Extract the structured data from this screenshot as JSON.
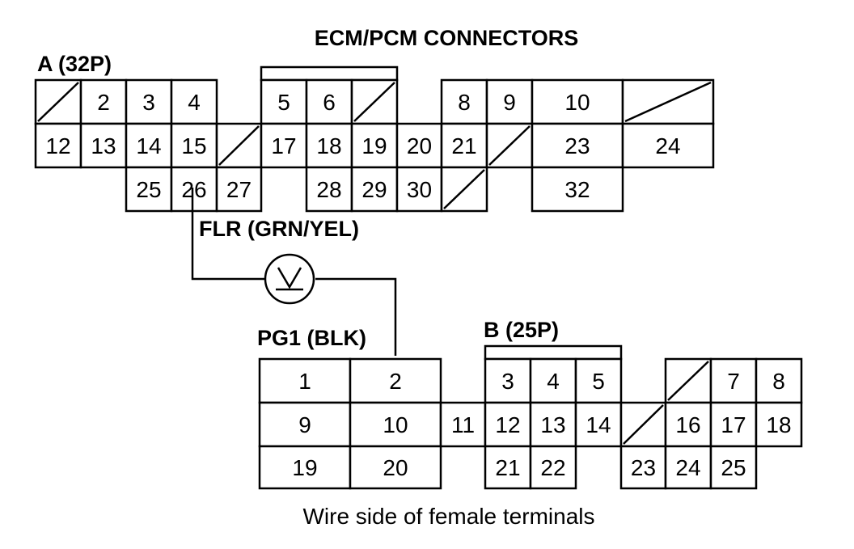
{
  "diagram": {
    "title": "ECM/PCM CONNECTORS",
    "caption": "Wire side of female terminals",
    "test_point": {
      "meter_symbol": "V",
      "positive_lead_label": "FLR (GRN/YEL)",
      "negative_lead_label": "PG1 (BLK)"
    },
    "connector_a": {
      "label": "A (32P)",
      "row1": [
        "",
        "2",
        "3",
        "4",
        "5",
        "6",
        "",
        "8",
        "9",
        "10",
        ""
      ],
      "row2": [
        "12",
        "13",
        "14",
        "15",
        "",
        "17",
        "18",
        "19",
        "20",
        "21",
        "",
        "23",
        "24"
      ],
      "row3": [
        "25",
        "26",
        "27",
        "28",
        "29",
        "30",
        "",
        "32"
      ]
    },
    "connector_b": {
      "label": "B (25P)",
      "row1": [
        "1",
        "2",
        "3",
        "4",
        "5",
        "",
        "7",
        "8"
      ],
      "row2": [
        "9",
        "10",
        "11",
        "12",
        "13",
        "14",
        "",
        "16",
        "17",
        "18"
      ],
      "row3": [
        "19",
        "20",
        "21",
        "22",
        "23",
        "24",
        "25"
      ]
    }
  }
}
